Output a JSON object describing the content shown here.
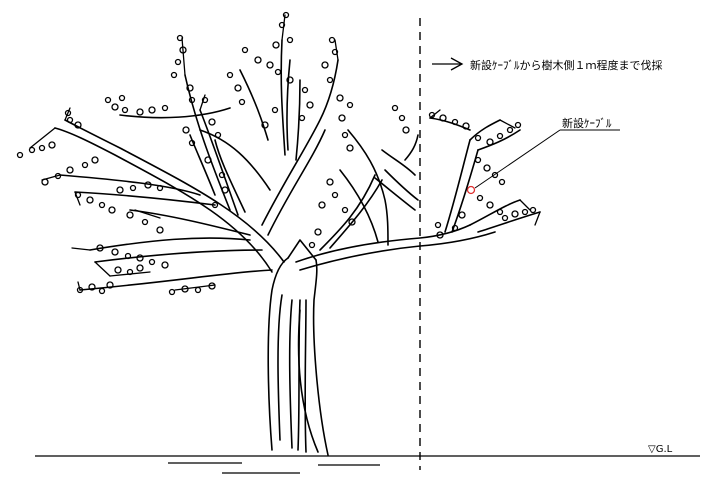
{
  "annotations": {
    "pruning_note": "新設ｹｰﾌﾞﾙから樹木側１ｍ程度まで伐採",
    "cable_label": "新設ｹｰﾌﾞﾙ",
    "ground_level": "▽G.L"
  },
  "colors": {
    "ink": "#000000",
    "cable_marker": "#e03030",
    "background": "#ffffff"
  }
}
